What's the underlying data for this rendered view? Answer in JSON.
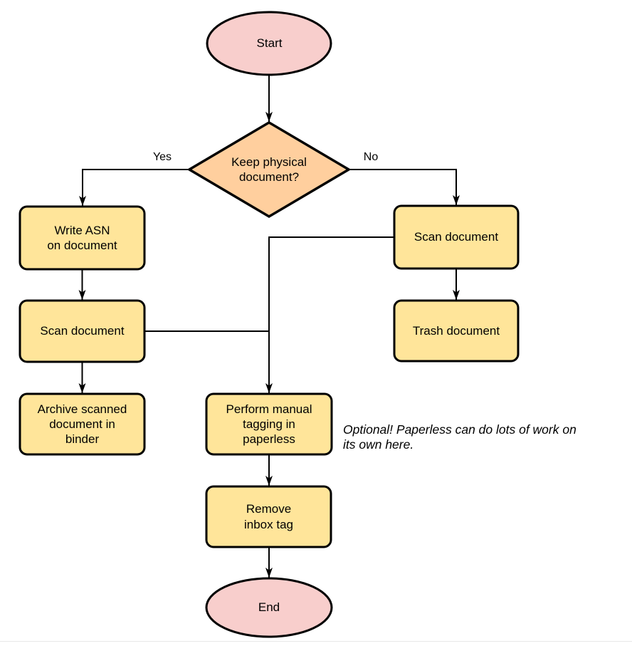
{
  "diagram": {
    "type": "flowchart",
    "colors": {
      "terminal_fill": "#f8cecc",
      "decision_fill": "#ffcf9e",
      "process_fill": "#ffe59a",
      "line": "#000000"
    },
    "nodes": {
      "start": {
        "type": "terminal",
        "label": "Start"
      },
      "decision": {
        "type": "decision",
        "label": "Keep physical\ndocument?"
      },
      "write_asn": {
        "type": "process",
        "label": "Write ASN\non document"
      },
      "scan_left": {
        "type": "process",
        "label": "Scan document"
      },
      "archive": {
        "type": "process",
        "label": "Archive scanned\ndocument in\nbinder"
      },
      "scan_right": {
        "type": "process",
        "label": "Scan document"
      },
      "trash": {
        "type": "process",
        "label": "Trash document"
      },
      "tagging": {
        "type": "process",
        "label": "Perform manual\ntagging in\npaperless"
      },
      "remove_inbox": {
        "type": "process",
        "label": "Remove\ninbox tag"
      },
      "end": {
        "type": "terminal",
        "label": "End"
      }
    },
    "edge_labels": {
      "yes": "Yes",
      "no": "No"
    },
    "edges": [
      {
        "from": "start",
        "to": "decision",
        "label": ""
      },
      {
        "from": "decision",
        "to": "write_asn",
        "label": "Yes"
      },
      {
        "from": "decision",
        "to": "scan_right",
        "label": "No"
      },
      {
        "from": "write_asn",
        "to": "scan_left",
        "label": ""
      },
      {
        "from": "scan_left",
        "to": "archive",
        "label": ""
      },
      {
        "from": "scan_right",
        "to": "trash",
        "label": ""
      },
      {
        "from": "scan_right",
        "to": "tagging",
        "label": ""
      },
      {
        "from": "scan_left",
        "to": "tagging",
        "label": ""
      },
      {
        "from": "tagging",
        "to": "remove_inbox",
        "label": ""
      },
      {
        "from": "remove_inbox",
        "to": "end",
        "label": ""
      }
    ],
    "annotation": "Optional! Paperless can do lots of work on\nits own here."
  }
}
